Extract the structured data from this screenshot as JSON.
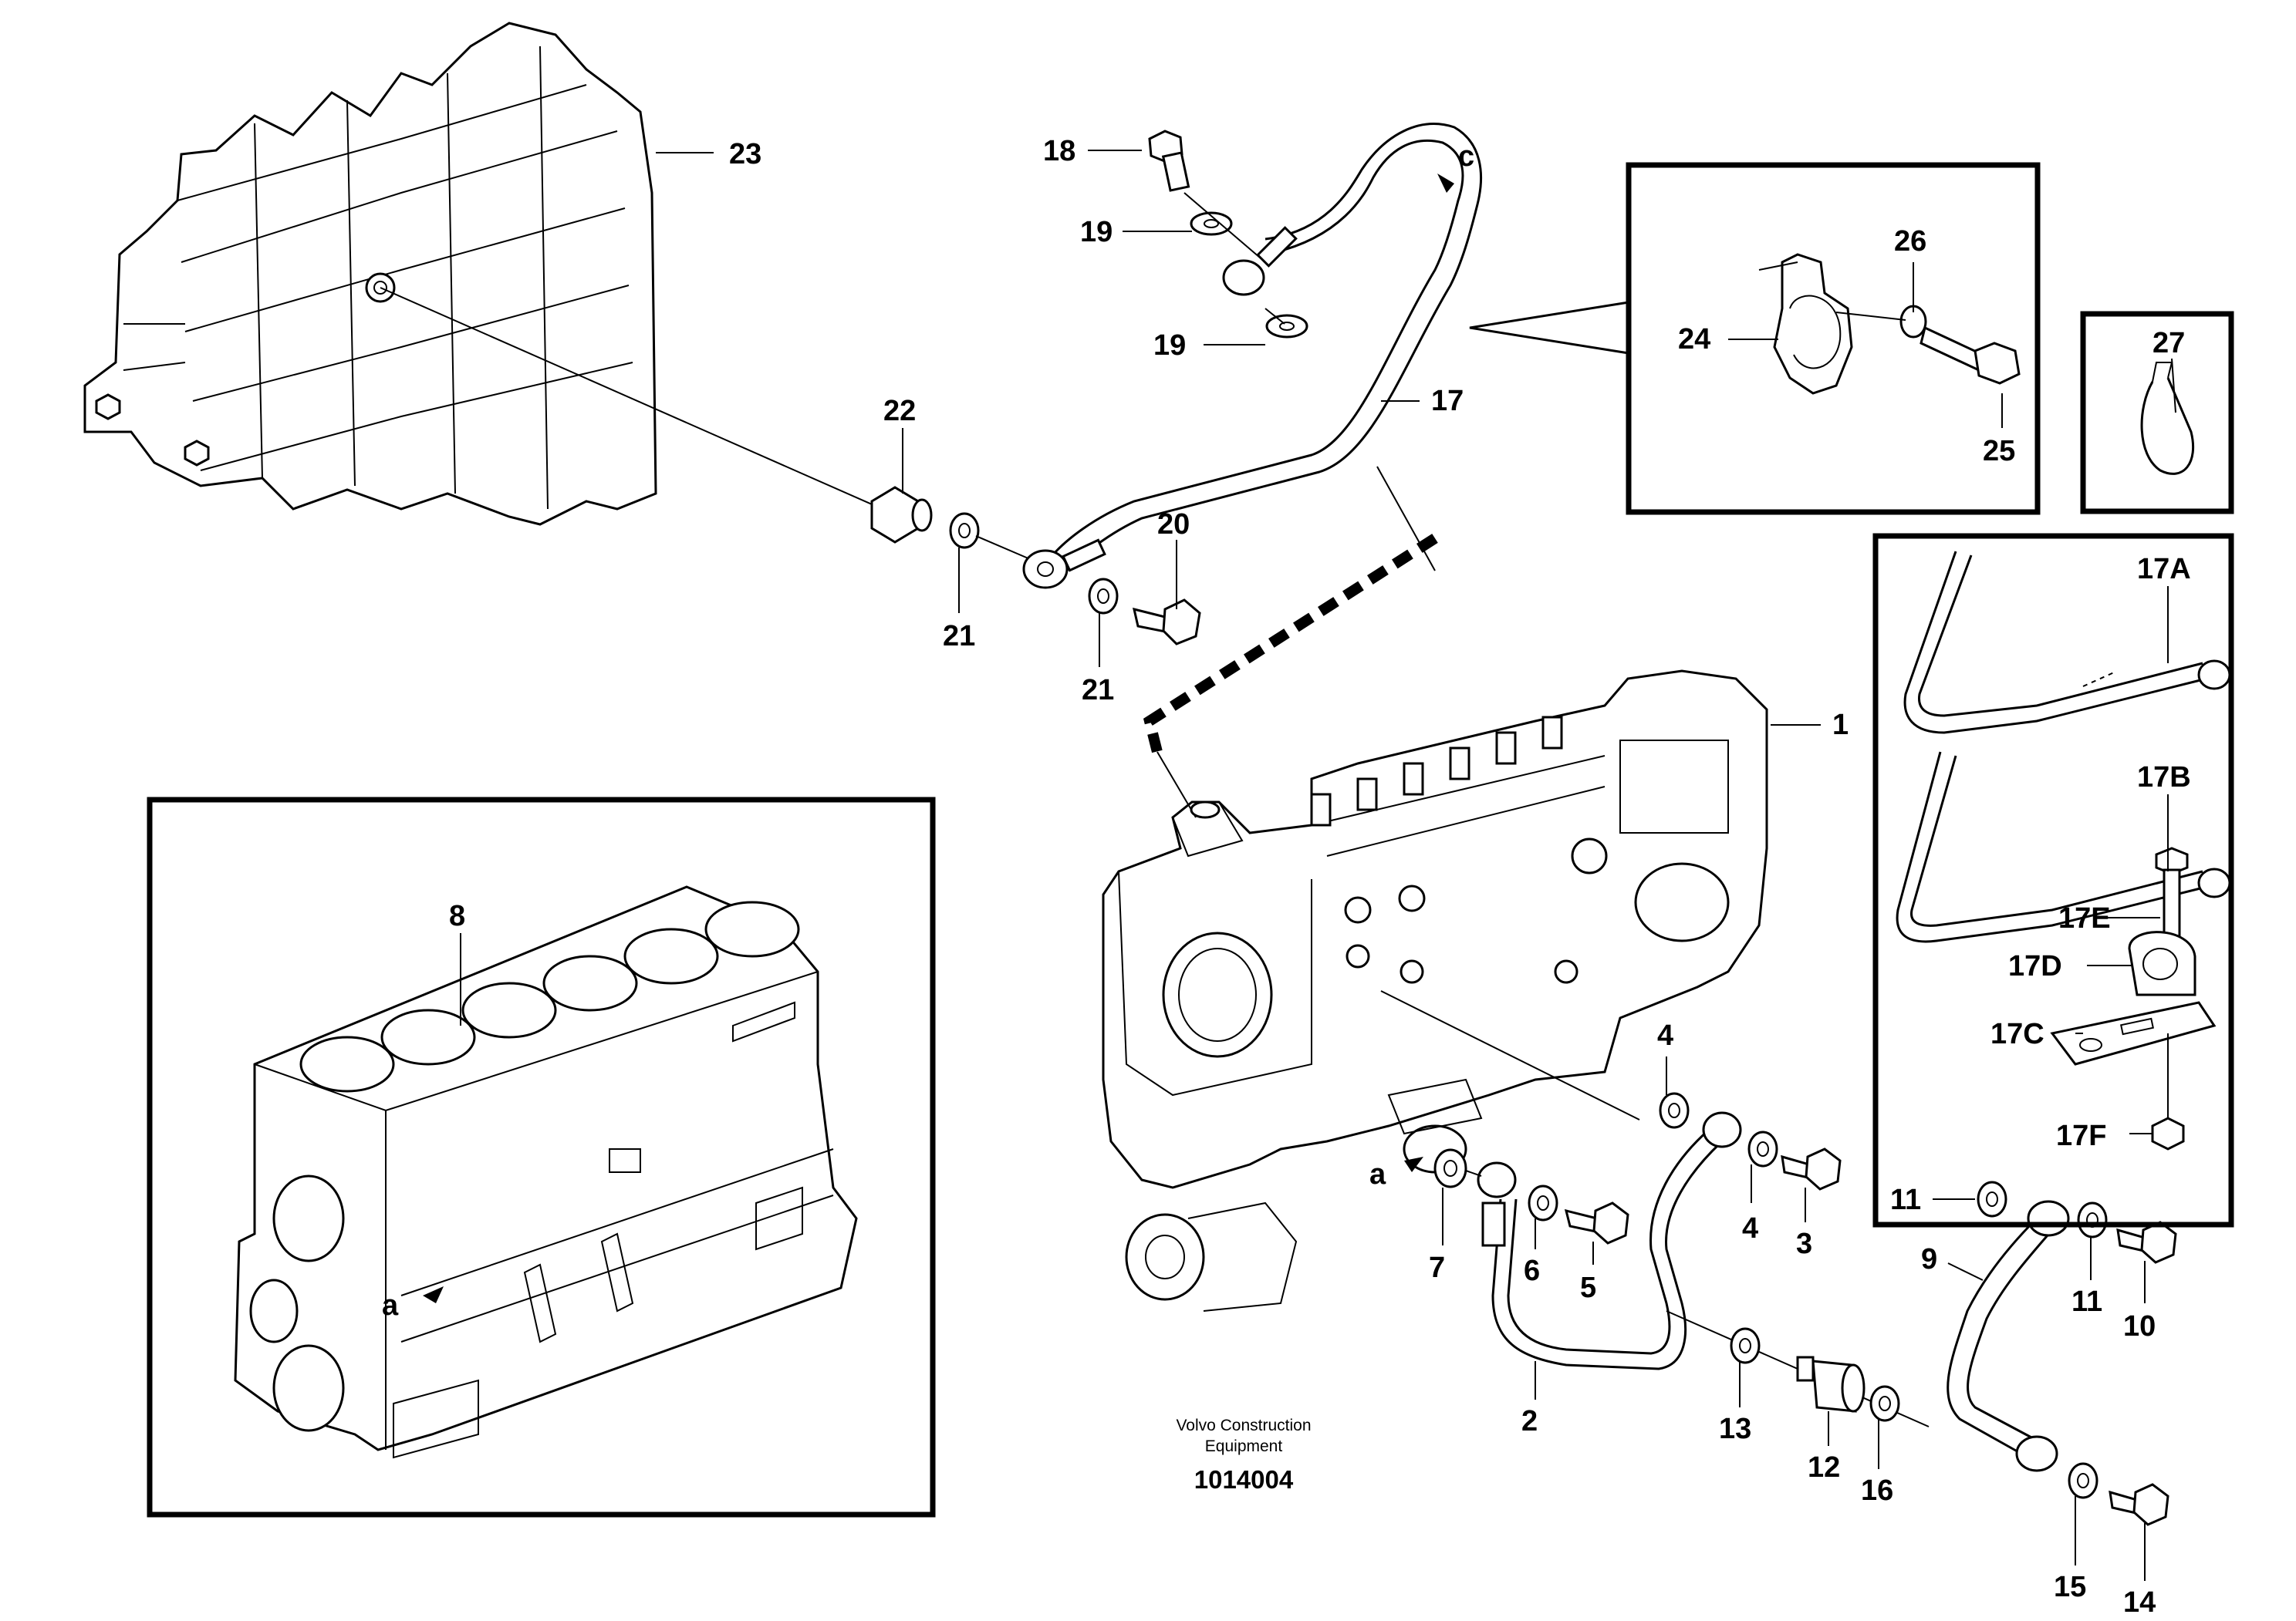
{
  "diagram": {
    "caption_line1": "Volvo Construction",
    "caption_line2": "Equipment",
    "document_number": "1014004",
    "callouts": {
      "c1": "1",
      "c2": "2",
      "c3": "3",
      "c4a": "4",
      "c4b": "4",
      "c5": "5",
      "c6": "6",
      "c7": "7",
      "c8": "8",
      "c9": "9",
      "c10": "10",
      "c11a": "11",
      "c11b": "11",
      "c12": "12",
      "c13": "13",
      "c14": "14",
      "c15": "15",
      "c16": "16",
      "c17": "17",
      "c17a": "17A",
      "c17b": "17B",
      "c17c": "17C",
      "c17d": "17D",
      "c17e": "17E",
      "c17f": "17F",
      "c18": "18",
      "c19a": "19",
      "c19b": "19",
      "c20": "20",
      "c21a": "21",
      "c21b": "21",
      "c22": "22",
      "c23": "23",
      "c24": "24",
      "c25": "25",
      "c26": "26",
      "c27": "27"
    },
    "markers": {
      "c_marker": "c",
      "a_marker_block": "a",
      "a_marker_pump": "a"
    }
  }
}
